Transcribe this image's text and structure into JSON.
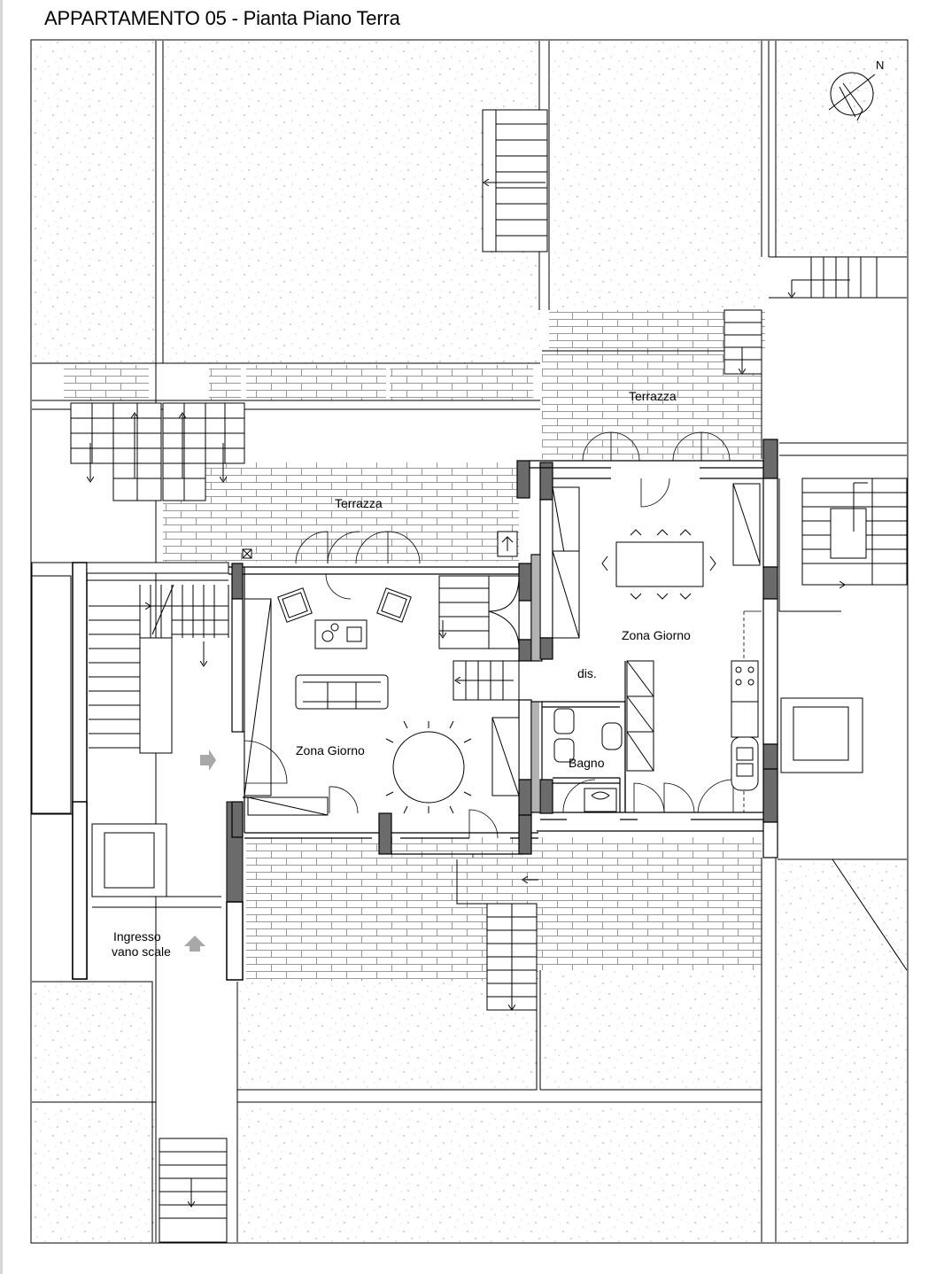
{
  "title": "APPARTAMENTO 05 - Pianta Piano Terra",
  "north_label": "N",
  "rooms": {
    "terrazza_right": "Terrazza",
    "terrazza_left": "Terrazza",
    "zona_giorno_right": "Zona Giorno",
    "zona_giorno_left": "Zona Giorno",
    "disimpegno": "dis.",
    "bagno": "Bagno",
    "ingresso_line1": "Ingresso",
    "ingresso_line2": "vano scale"
  },
  "colors": {
    "line": "#000000",
    "wall_fill": "#6b6b6b",
    "paving": "#9a9a9a",
    "garden_dot": "#555555",
    "arrow_grey": "#a8a8a8"
  }
}
